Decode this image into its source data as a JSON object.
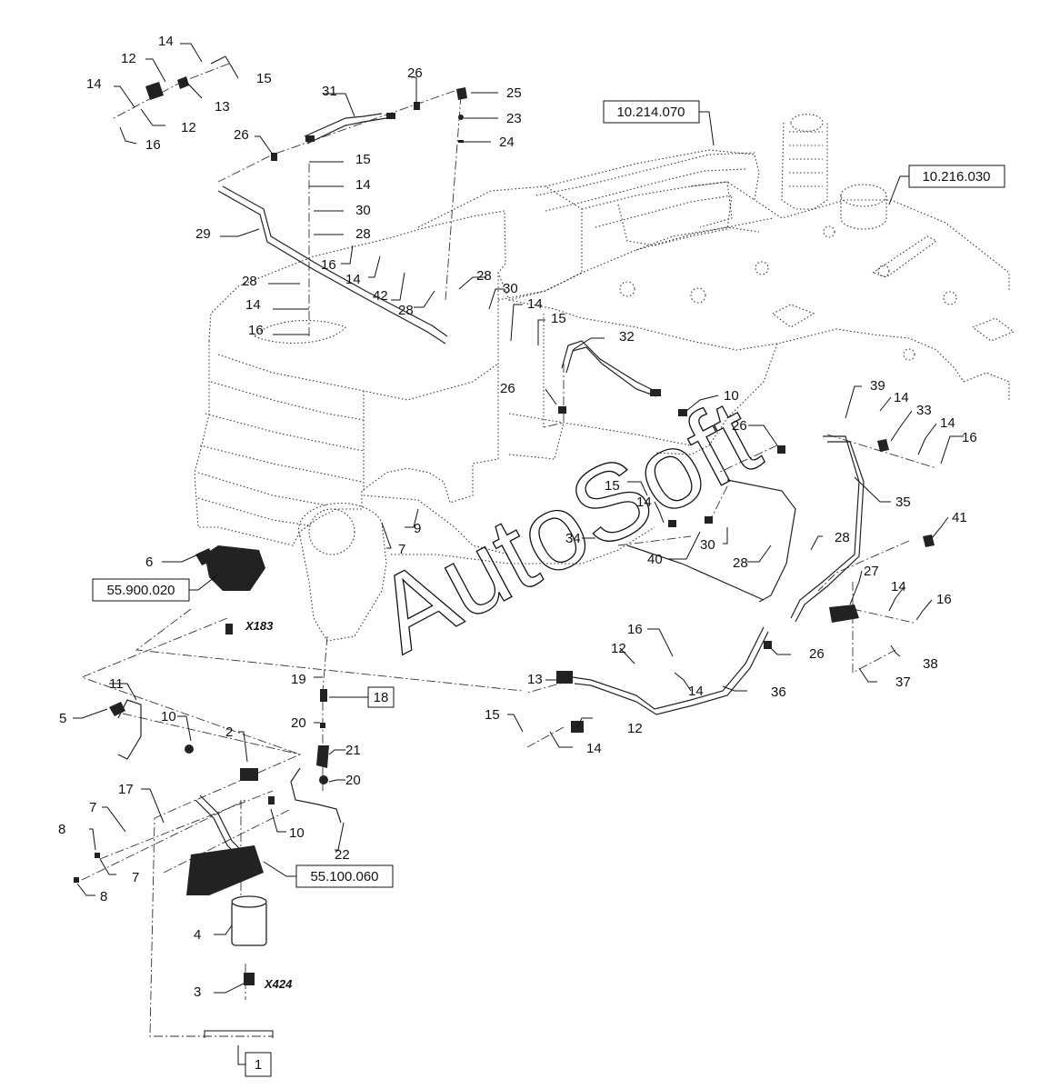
{
  "diagram": {
    "ref_boxes": [
      {
        "text": "10.214.070"
      },
      {
        "text": "10.216.030"
      },
      {
        "text": "55.900.020"
      },
      {
        "text": "55.100.060"
      },
      {
        "text": "18"
      },
      {
        "text": "1"
      }
    ],
    "connectors": [
      {
        "text": "X183"
      },
      {
        "text": "X424"
      }
    ],
    "callouts": [
      "14",
      "12",
      "13",
      "15",
      "14",
      "12",
      "16",
      "31",
      "26",
      "25",
      "23",
      "24",
      "26",
      "15",
      "14",
      "30",
      "28",
      "16",
      "14",
      "42",
      "28",
      "29",
      "28",
      "14",
      "16",
      "28",
      "30",
      "14",
      "15",
      "32",
      "26",
      "10",
      "39",
      "14",
      "33",
      "14",
      "16",
      "26",
      "35",
      "15",
      "14",
      "34",
      "40",
      "30",
      "28",
      "28",
      "41",
      "27",
      "14",
      "16",
      "9",
      "7",
      "6",
      "16",
      "12",
      "14",
      "26",
      "36",
      "13",
      "12",
      "15",
      "14",
      "38",
      "37",
      "11",
      "5",
      "10",
      "2",
      "19",
      "20",
      "21",
      "20",
      "22",
      "17",
      "7",
      "8",
      "7",
      "8",
      "10",
      "4",
      "3"
    ],
    "watermark": "AutoSoft"
  }
}
